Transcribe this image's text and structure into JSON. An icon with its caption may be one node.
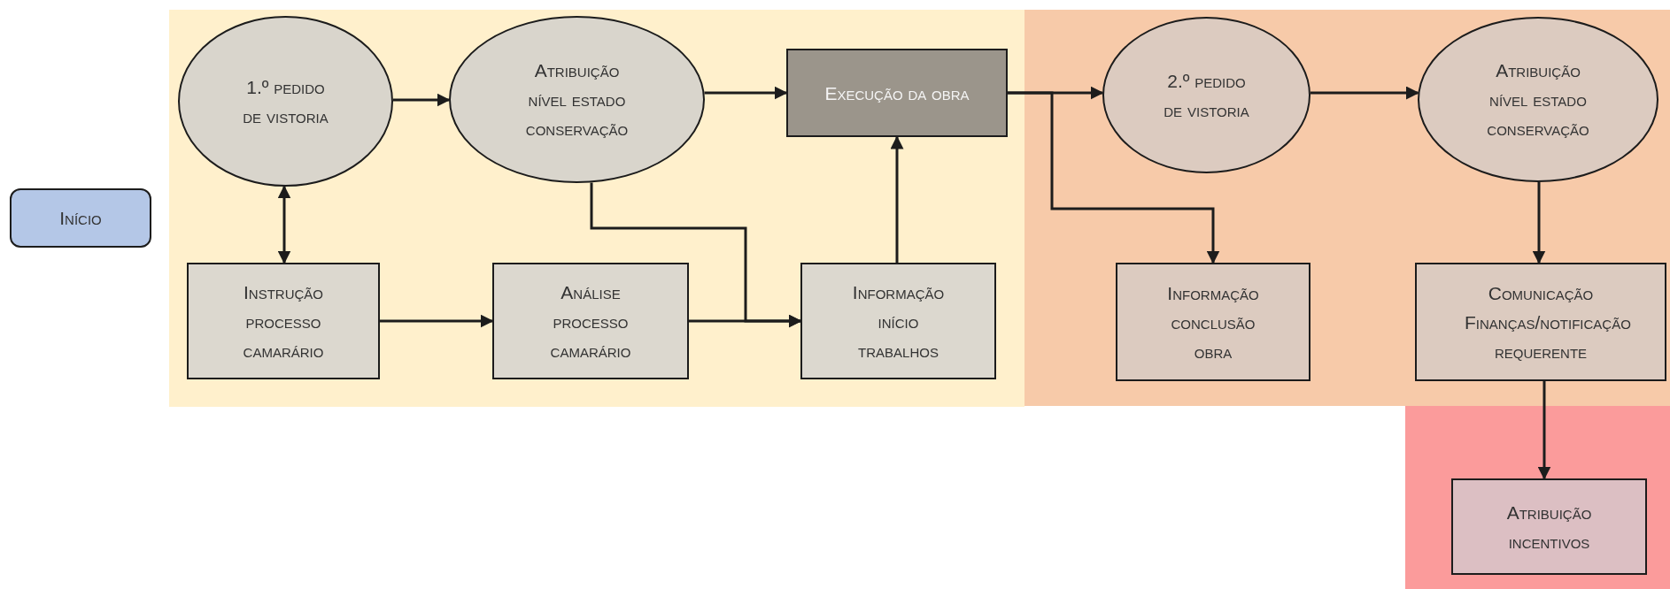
{
  "diagram": {
    "nodes": [
      {
        "text": [
          "Início"
        ]
      },
      {
        "text": [],
        "shape": "box"
      },
      {
        "text": [
          "1.º pedido de vistoria"
        ],
        "in": 1
      },
      {
        "text": [
          "Atribuição nível estado conservação"
        ],
        "in": 1
      },
      {
        "text": [
          "Execução da obra"
        ],
        "in": 1
      },
      {
        "text": [
          "Instrução processo camarário"
        ],
        "in": 1
      },
      {
        "text": [
          "Análise processo camarário"
        ],
        "in": 1
      },
      {
        "text": [
          "Informação início trabalhos"
        ],
        "in": 1
      },
      {
        "text": [],
        "shape": "box"
      },
      {
        "text": [
          "2.º pedido de vistoria"
        ],
        "in": 8
      },
      {
        "text": [
          "Atribuição nível estado conservação"
        ],
        "in": 8
      },
      {
        "text": [
          "Informação conclusão obra"
        ],
        "in": 8
      },
      {
        "text": [
          "Comunicação Finanças/notificação requerente"
        ],
        "in": 8
      },
      {
        "text": [],
        "shape": "box"
      },
      {
        "text": [
          "Atribuição incentivos"
        ],
        "in": 13
      }
    ],
    "edges": [
      {
        "from": 2,
        "to": 3,
        "arrow": "to"
      },
      {
        "from": 3,
        "to": 4,
        "arrow": "to"
      },
      {
        "from": 2,
        "to": 5,
        "arrow": "both"
      },
      {
        "from": 5,
        "to": 6,
        "arrow": "to"
      },
      {
        "from": 6,
        "to": 7,
        "arrow": "to"
      },
      {
        "from": 3,
        "to": 7,
        "arrow": "to"
      },
      {
        "from": 7,
        "to": 4,
        "arrow": "to"
      },
      {
        "from": 4,
        "to": 9,
        "arrow": "to"
      },
      {
        "from": 4,
        "to": 11,
        "arrow": "to"
      },
      {
        "from": 9,
        "to": 10,
        "arrow": "to"
      },
      {
        "from": 10,
        "to": 12,
        "arrow": "to"
      },
      {
        "from": 12,
        "to": 14,
        "arrow": "to"
      }
    ]
  }
}
